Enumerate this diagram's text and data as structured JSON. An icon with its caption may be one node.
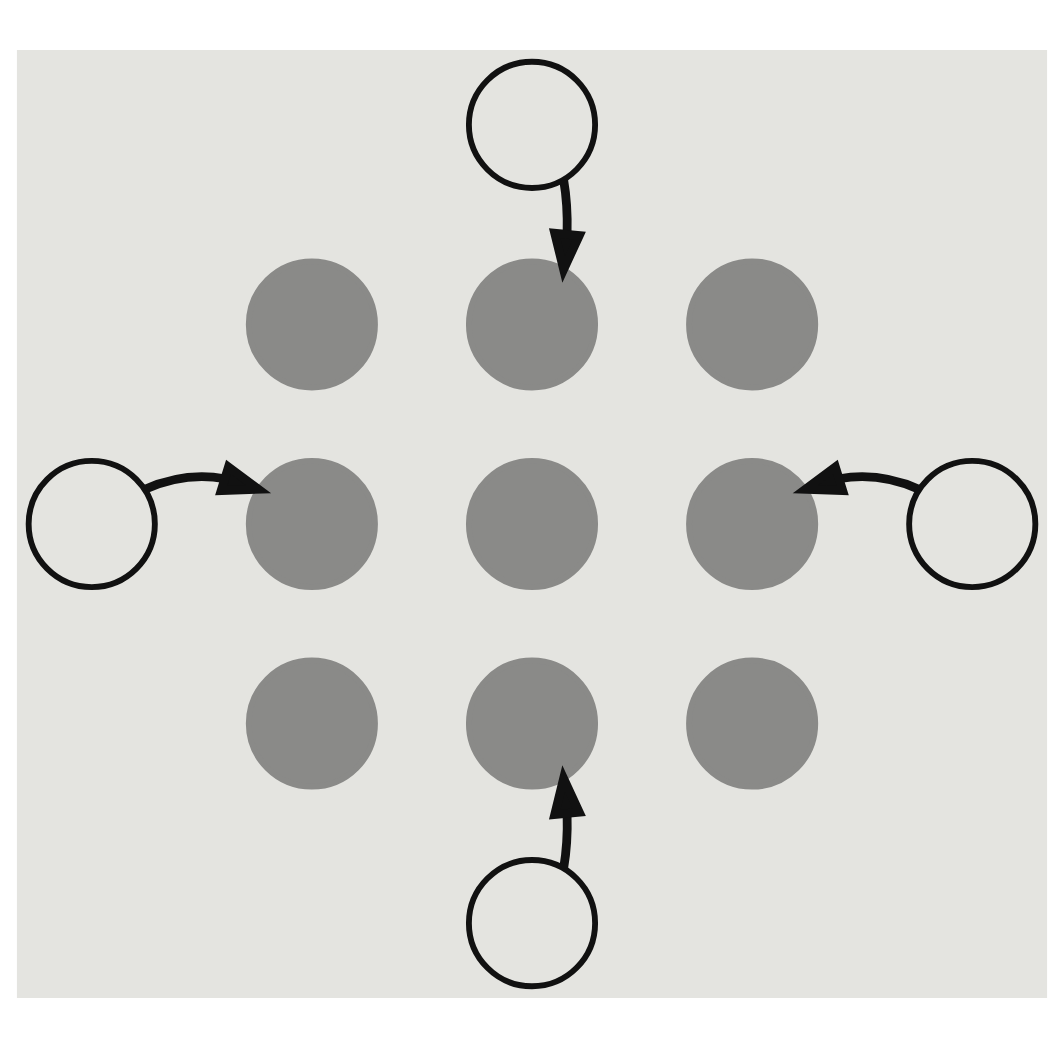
{
  "diagram": {
    "nodes": [
      {
        "text": [],
        "shape": "circle"
      },
      {
        "text": [],
        "shape": "circle"
      },
      {
        "text": [],
        "shape": "circle"
      },
      {
        "text": [],
        "shape": "circle"
      },
      {
        "text": [],
        "shape": "circle"
      },
      {
        "text": [],
        "shape": "circle"
      },
      {
        "text": [],
        "shape": "circle"
      },
      {
        "text": [],
        "shape": "circle"
      },
      {
        "text": [],
        "shape": "circle"
      },
      {
        "text": [],
        "shape": "circle"
      },
      {
        "text": [],
        "shape": "circle"
      },
      {
        "text": [],
        "shape": "circle"
      },
      {
        "text": [],
        "shape": "circle"
      }
    ],
    "edges": [
      {
        "from": 0,
        "to": 2,
        "arrow": "to"
      },
      {
        "from": 4,
        "to": 5,
        "arrow": "to"
      },
      {
        "from": 8,
        "to": 7,
        "arrow": "to"
      },
      {
        "from": 12,
        "to": 10,
        "arrow": "to"
      }
    ]
  }
}
